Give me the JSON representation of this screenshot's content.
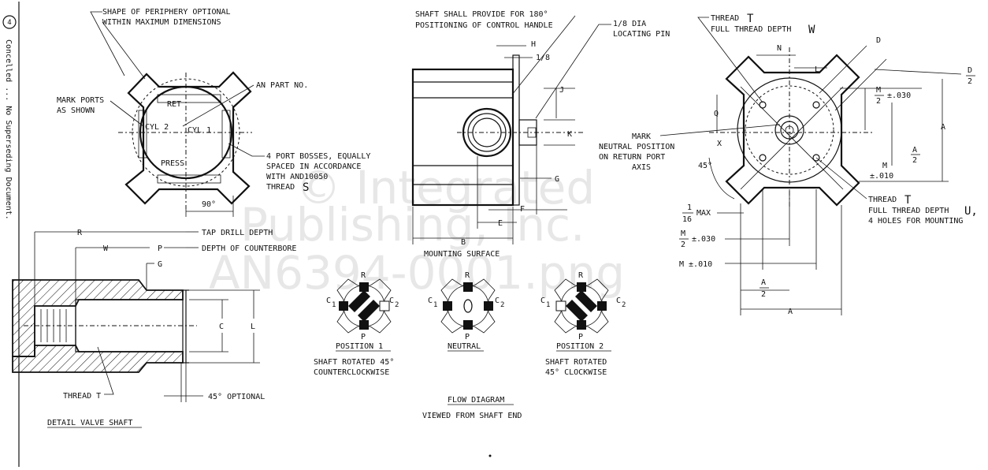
{
  "side_note": "Concelled ... No Superseding Document.",
  "side_note_number": "4",
  "watermark": {
    "line1": "© Integrated",
    "line2": "Publishing, Inc.",
    "line3": "AN6394-0001.png"
  },
  "front_view": {
    "shape_note_1": "SHAPE OF PERIPHERY OPTIONAL",
    "shape_note_2": "WITHIN MAXIMUM DIMENSIONS",
    "mark_ports_1": "MARK PORTS",
    "mark_ports_2": "AS SHOWN",
    "an_part_no": "AN PART NO.",
    "ret": "RET",
    "cyl2": "CYL 2",
    "cyl1": "CYL 1",
    "press": "PRESS",
    "bosses_1": "4 PORT BOSSES, EQUALLY",
    "bosses_2": "SPACED IN ACCORDANCE",
    "bosses_3": "WITH AND10050",
    "bosses_4": "THREAD",
    "bosses_s": "S",
    "angle_90": "90°"
  },
  "side_view": {
    "shaft_note_1": "SHAFT SHALL PROVIDE FOR 180°",
    "shaft_note_2": "POSITIONING OF CONTROL HANDLE",
    "pin_note_1": "1/8 DIA",
    "pin_note_2": "LOCATING PIN",
    "dim_h": "H",
    "dim_eighth": "1/8",
    "dim_j": "J",
    "dim_k": "K",
    "dim_g": "G",
    "dim_f": "F",
    "dim_e": "E",
    "dim_b": "B",
    "mounting_surface": "MOUNTING SURFACE"
  },
  "end_view": {
    "thread_t_1": "THREAD",
    "thread_t_letter": "T",
    "full_depth_w": "FULL THREAD DEPTH",
    "w_letter": "W",
    "dim_d": "D",
    "dim_n": "N",
    "dim_l": "L",
    "d_over_2_num": "D",
    "d_over_2_den": "2",
    "m_over_2_num": "M",
    "m_over_2_den": "2",
    "tol_030": "±.030",
    "mark_1": "MARK",
    "mark_2": "NEUTRAL POSITION",
    "mark_3": "ON RETURN PORT",
    "mark_4": "AXIS",
    "dim_q": "Q",
    "dim_x": "X",
    "angle_45": "45°",
    "dim_a": "A",
    "a_over_2_num": "A",
    "a_over_2_den": "2",
    "m_010_letter": "M",
    "tol_010": "±.010",
    "thread_u_1": "THREAD",
    "thread_u_letter": "T",
    "thread_u_2": "FULL THREAD DEPTH",
    "u_letter": "U,",
    "thread_u_3": "4 HOLES FOR MOUNTING",
    "sixteenth_num": "1",
    "sixteenth_den": "16",
    "max": "MAX",
    "m2_030_num": "M",
    "m2_030_den": "2",
    "m2_030_tol": "±.030",
    "m_010b": "M ±.010",
    "a2b_num": "A",
    "a2b_den": "2",
    "a_bottom": "A"
  },
  "detail": {
    "dim_r": "R",
    "dim_w": "W",
    "dim_p": "P",
    "dim_g": "G",
    "tap_drill": "TAP DRILL DEPTH",
    "counterbore": "DEPTH OF COUNTERBORE",
    "dim_c": "C",
    "dim_l": "L",
    "thread_t": "THREAD T",
    "optional": "45° OPTIONAL",
    "title": "DETAIL VALVE SHAFT"
  },
  "flow": {
    "r": "R",
    "p": "P",
    "c1": "C",
    "c1_sub": "1",
    "c2": "C",
    "c2_sub": "2",
    "pos1": "POSITION 1",
    "pos1_desc_1": "SHAFT ROTATED 45°",
    "pos1_desc_2": "COUNTERCLOCKWISE",
    "neutral": "NEUTRAL",
    "pos2": "POSITION 2",
    "pos2_desc_1": "SHAFT ROTATED",
    "pos2_desc_2": "45° CLOCKWISE",
    "title": "FLOW DIAGRAM",
    "subtitle": "VIEWED FROM SHAFT END"
  }
}
